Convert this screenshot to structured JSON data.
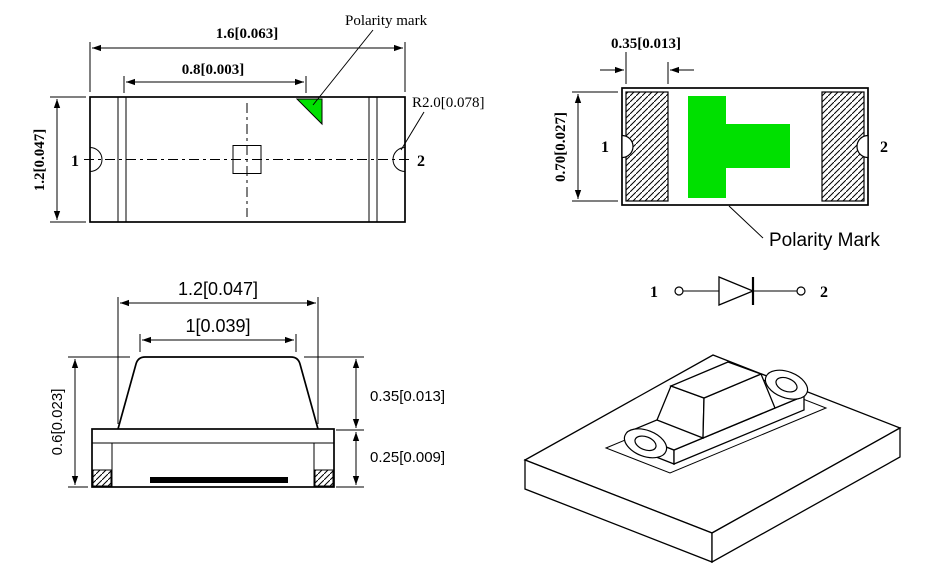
{
  "colors": {
    "green": "#00e000",
    "line": "#000000",
    "background": "#ffffff"
  },
  "top_view": {
    "dim_overall": "1.6[0.063]",
    "dim_inner": "0.8[0.003]",
    "dim_side": "1.2[0.047]",
    "radius_label": "R2.0[0.078]",
    "polarity_label": "Polarity mark",
    "pin1": "1",
    "pin2": "2"
  },
  "pad_view": {
    "dim_pad_width": "0.35[0.013]",
    "dim_side": "0.70[0.027]",
    "polarity_label": "Polarity Mark",
    "pin1": "1",
    "pin2": "2"
  },
  "side_view": {
    "dim_overall": "1.2[0.047]",
    "dim_lens": "1[0.039]",
    "dim_height": "0.6[0.023]",
    "dim_upper": "0.35[0.013]",
    "dim_lower": "0.25[0.009]"
  },
  "schematic": {
    "pin1": "1",
    "pin2": "2"
  }
}
